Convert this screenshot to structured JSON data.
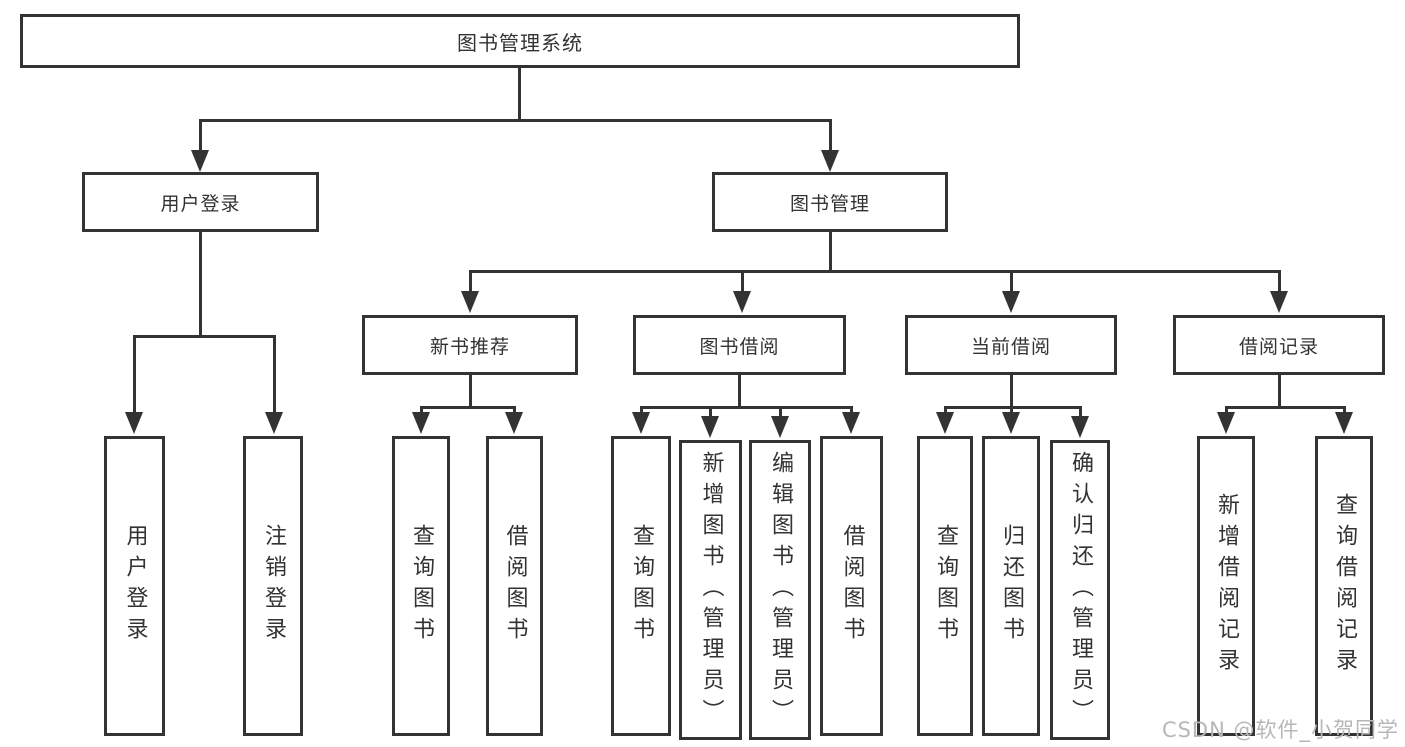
{
  "diagram": {
    "root": {
      "label": "图书管理系统"
    },
    "level2": [
      {
        "label": "用户登录"
      },
      {
        "label": "图书管理"
      }
    ],
    "level3": [
      {
        "label": "新书推荐"
      },
      {
        "label": "图书借阅"
      },
      {
        "label": "当前借阅"
      },
      {
        "label": "借阅记录"
      }
    ],
    "leaves": [
      {
        "label": "用户登录"
      },
      {
        "label": "注销登录"
      },
      {
        "label": "查询图书"
      },
      {
        "label": "借阅图书"
      },
      {
        "label": "查询图书"
      },
      {
        "label": "新增图书（管理员）"
      },
      {
        "label": "编辑图书（管理员）"
      },
      {
        "label": "借阅图书"
      },
      {
        "label": "查询图书"
      },
      {
        "label": "归还图书"
      },
      {
        "label": "确认归还（管理员）"
      },
      {
        "label": "新增借阅记录"
      },
      {
        "label": "查询借阅记录"
      }
    ],
    "colors": {
      "line": "#333333",
      "box_fill": "#ffffff",
      "text": "#333333",
      "watermark": "#b5b7b9"
    }
  },
  "watermark": {
    "text": "CSDN @软件_小贺同学"
  }
}
